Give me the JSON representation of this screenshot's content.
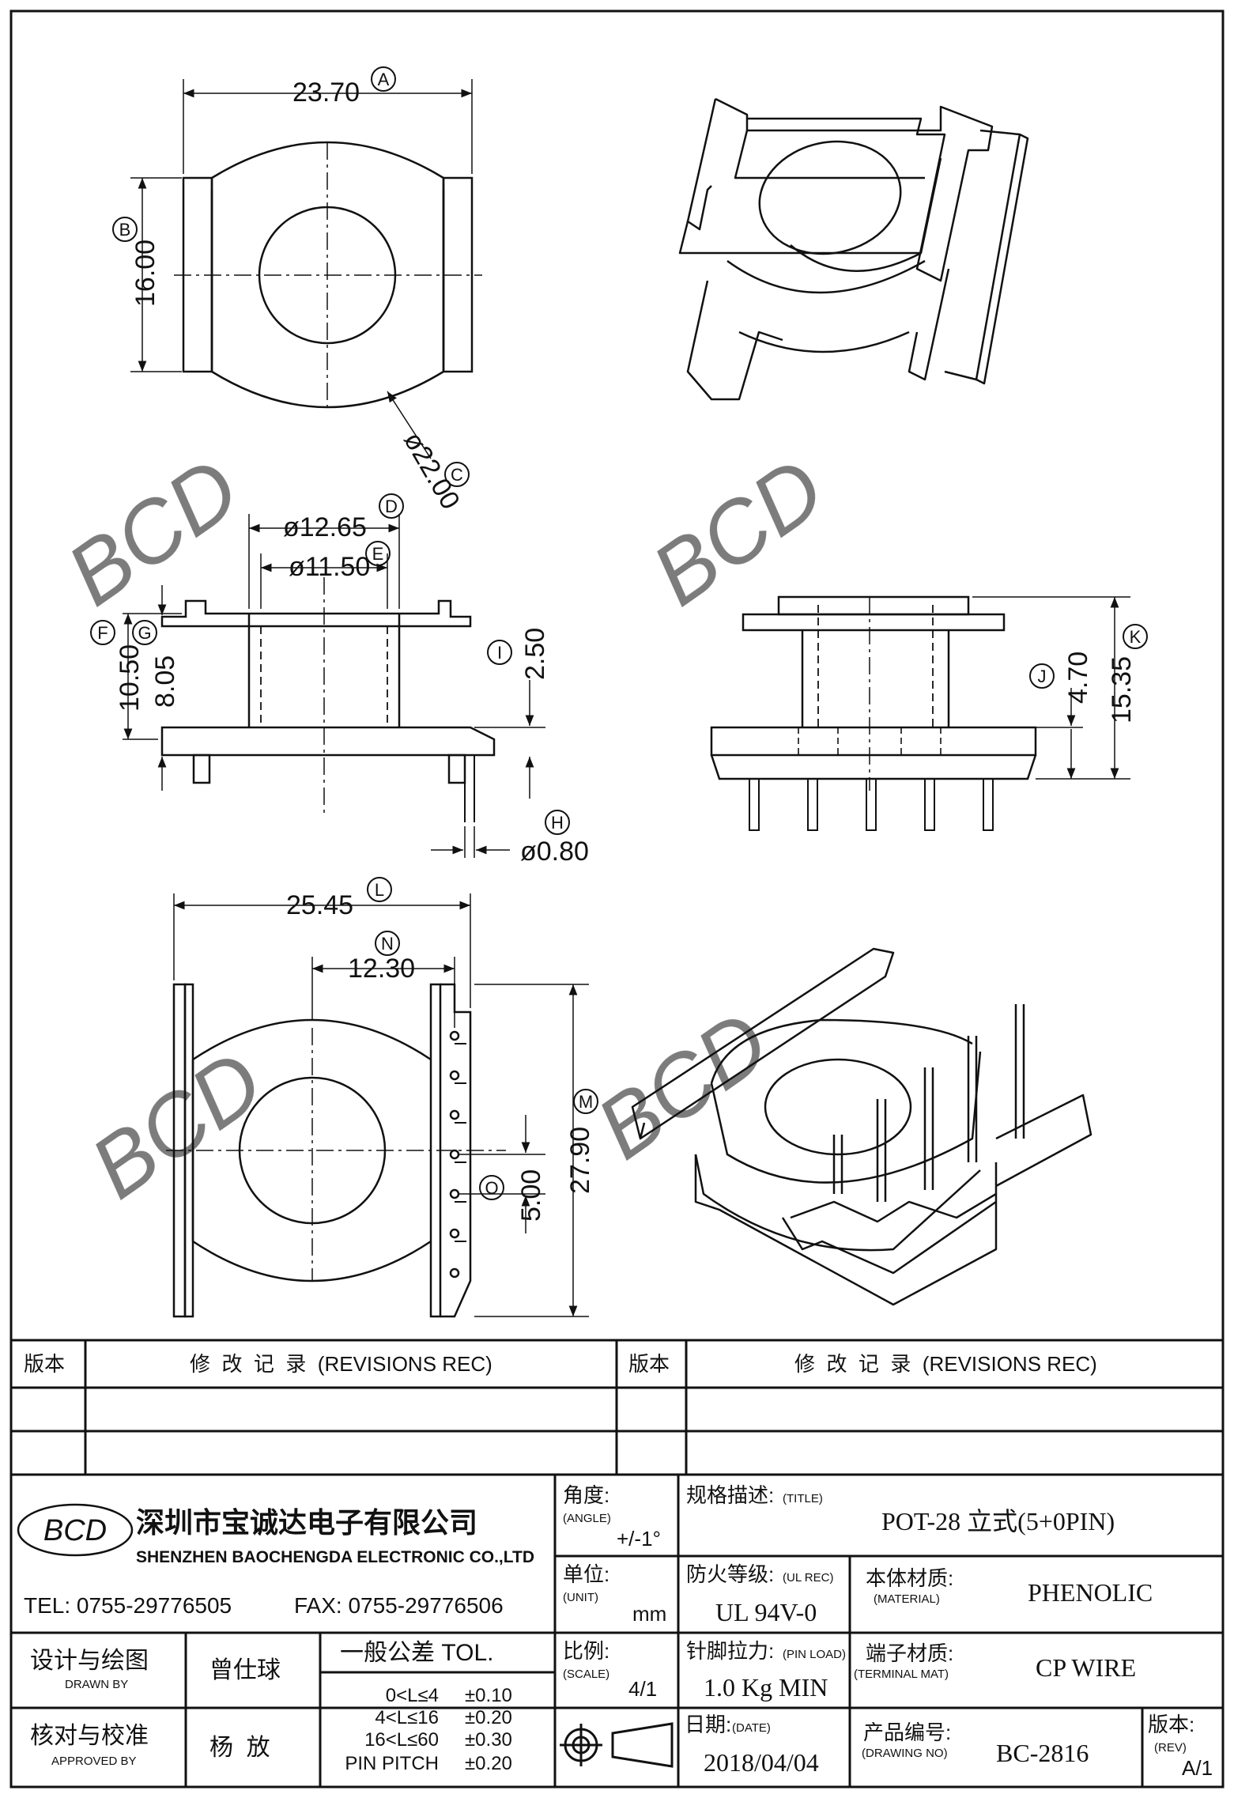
{
  "dimensions": {
    "A": {
      "letter": "A",
      "value": "23.70"
    },
    "B": {
      "letter": "B",
      "value": "16.00"
    },
    "C": {
      "letter": "C",
      "value": "ø22.00"
    },
    "D": {
      "letter": "D",
      "value": "ø12.65"
    },
    "E": {
      "letter": "E",
      "value": "ø11.50"
    },
    "F": {
      "letter": "F",
      "value": "10.50"
    },
    "G": {
      "letter": "G",
      "value": "8.05"
    },
    "I": {
      "letter": "I",
      "value": "2.50"
    },
    "H": {
      "letter": "H",
      "value": "ø0.80"
    },
    "J": {
      "letter": "J",
      "value": "4.70"
    },
    "K": {
      "letter": "K",
      "value": "15.35"
    },
    "L": {
      "letter": "L",
      "value": "25.45"
    },
    "N": {
      "letter": "N",
      "value": "12.30"
    },
    "M": {
      "letter": "M",
      "value": "27.90"
    },
    "O": {
      "letter": "O",
      "value": "5.00"
    }
  },
  "watermark": "BCD",
  "revisions": {
    "left_version_label": "版本",
    "left_title": "修  改  记  录  (REVISIONS REC)",
    "right_version_label": "版本",
    "right_title": "修  改  记  录  (REVISIONS REC)"
  },
  "company": {
    "logo_text": "BCD",
    "name_cn": "深圳市宝诚达电子有限公司",
    "name_en": "SHENZHEN BAOCHENGDA ELECTRONIC CO.,LTD",
    "tel": "TEL: 0755-29776505",
    "fax": "FAX: 0755-29776506"
  },
  "title_block": {
    "angle_label": "角度:",
    "angle_sub": "(ANGLE)",
    "angle_value": "+/-1°",
    "title_label": "规格描述:",
    "title_sub": "(TITLE)",
    "title_value": "POT-28 立式(5+0PIN)",
    "unit_label": "单位:",
    "unit_sub": "(UNIT)",
    "unit_value": "mm",
    "ul_label": "防火等级:",
    "ul_sub": "(UL REC)",
    "ul_value": "UL 94V-0",
    "material_label": "本体材质:",
    "material_sub": "(MATERIAL)",
    "material_value": "PHENOLIC",
    "scale_label": "比例:",
    "scale_sub": "(SCALE)",
    "scale_value": "4/1",
    "pin_load_label": "针脚拉力:",
    "pin_load_sub": "(PIN LOAD)",
    "pin_load_value": "1.0 Kg MIN",
    "terminal_label": "端子材质:",
    "terminal_sub": "(TERMINAL MAT)",
    "terminal_value": "CP WIRE",
    "date_label": "日期:",
    "date_sub": "(DATE)",
    "date_value": "2018/04/04",
    "drawing_label": "产品编号:",
    "drawing_sub": "(DRAWING NO)",
    "drawing_value": "BC-2816",
    "rev_label": "版本:",
    "rev_sub": "(REV)",
    "rev_value": "A/1",
    "drawn_label": "设计与绘图",
    "drawn_sub": "DRAWN BY",
    "drawn_value": "曾仕球",
    "approved_label": "核对与校准",
    "approved_sub": "APPROVED BY",
    "approved_value": "杨  放",
    "tol_title": "一般公差 TOL.",
    "tol_rows": [
      {
        "range": "0<L≤4",
        "value": "±0.10"
      },
      {
        "range": "4<L≤16",
        "value": "±0.20"
      },
      {
        "range": "16<L≤60",
        "value": "±0.30"
      },
      {
        "range": "PIN PITCH",
        "value": "±0.20"
      }
    ]
  }
}
